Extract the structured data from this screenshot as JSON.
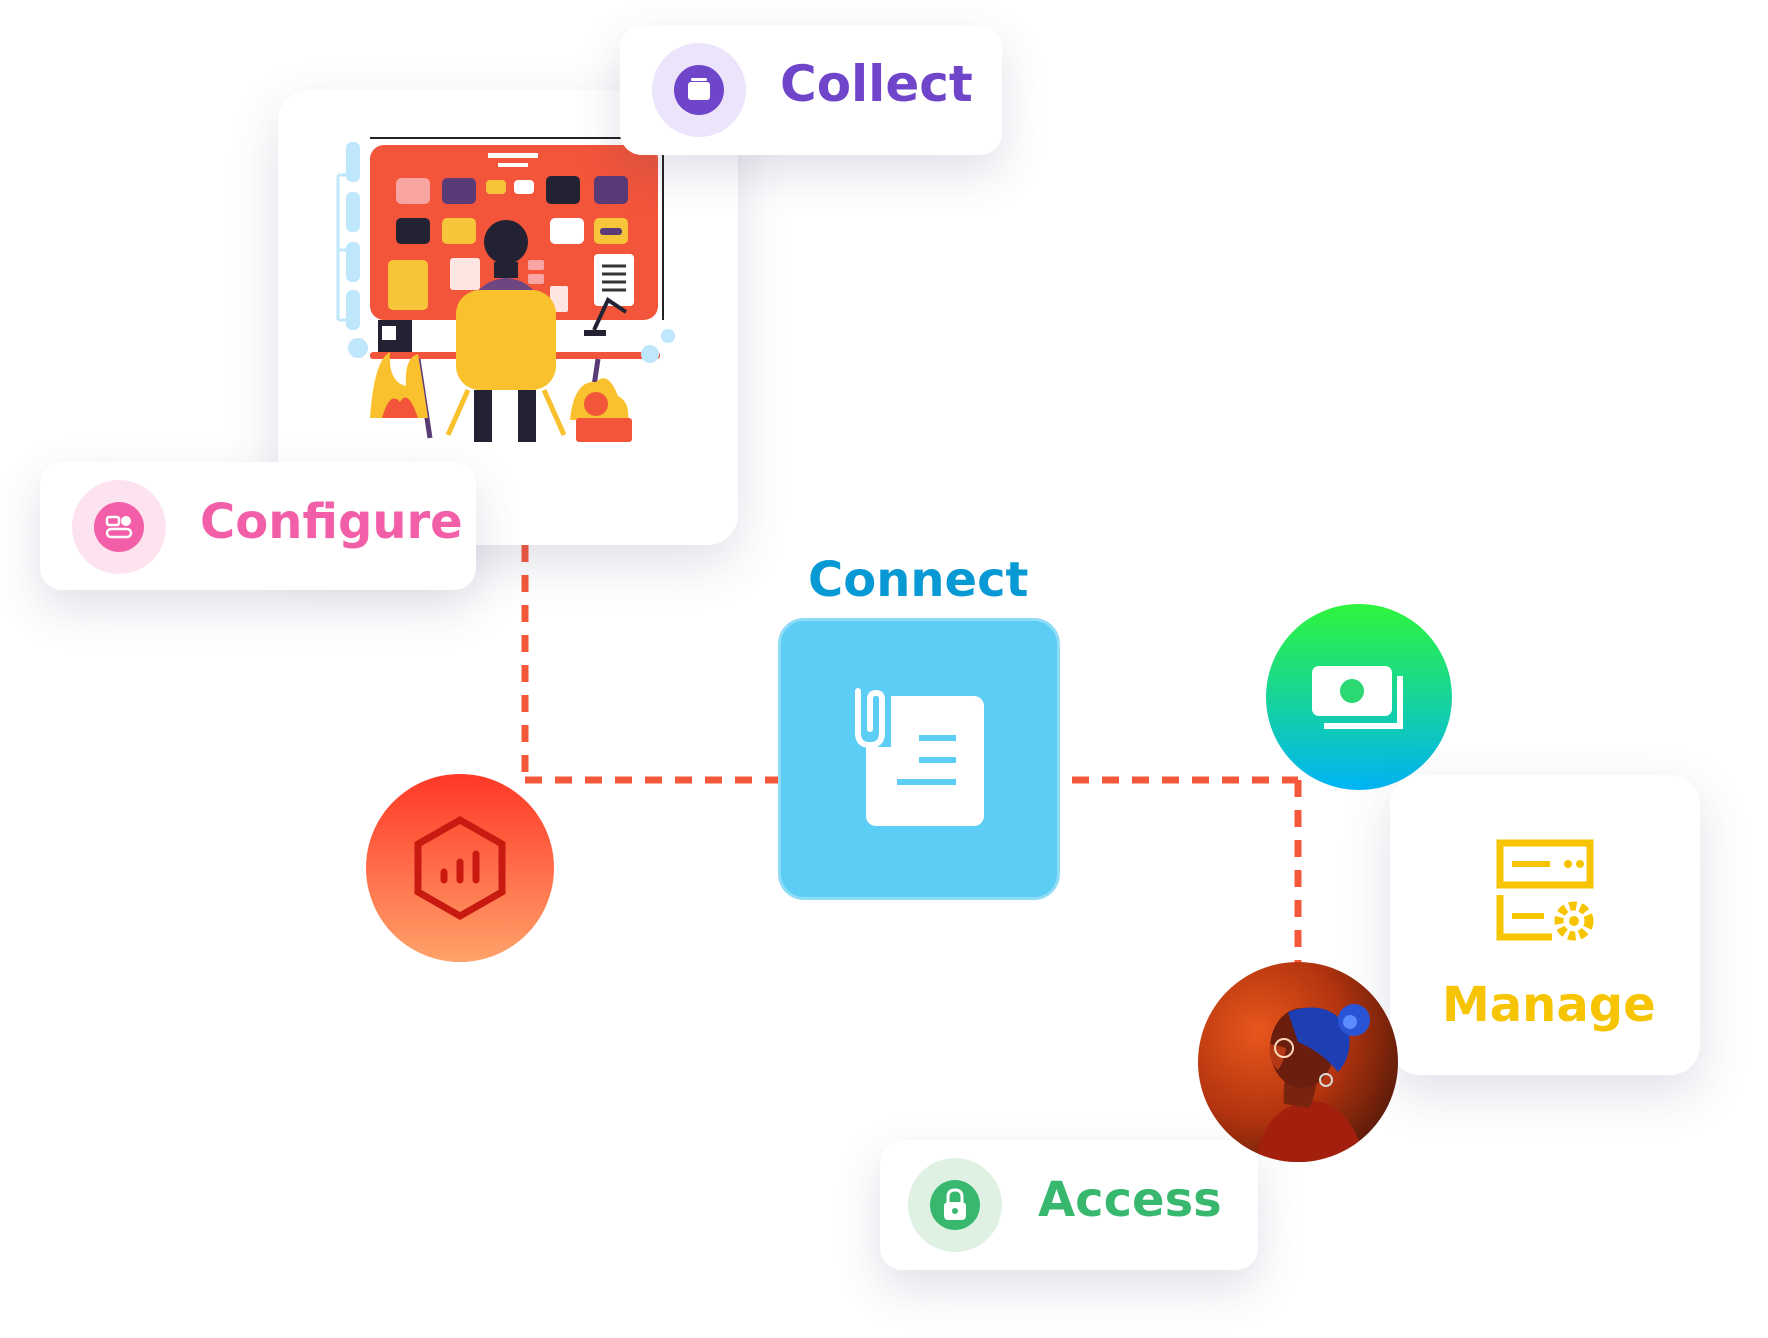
{
  "steps": {
    "collect": {
      "label": "Collect",
      "color": "#6f45c9",
      "icon": "folder-icon"
    },
    "configure": {
      "label": "Configure",
      "color": "#f25fa8",
      "icon": "toggle-settings-icon"
    },
    "connect": {
      "label": "Connect",
      "color": "#0799d3",
      "icon": "attached-document-icon"
    },
    "manage": {
      "label": "Manage",
      "color": "#f6c400",
      "icon": "server-settings-icon"
    },
    "access": {
      "label": "Access",
      "color": "#38b86e",
      "icon": "lock-icon"
    }
  },
  "nodes": {
    "analytics": {
      "icon": "hexagon-chart-icon",
      "colors": [
        "#ff3826",
        "#ffa26a"
      ]
    },
    "payments": {
      "icon": "money-stack-icon",
      "colors": [
        "#2ef53c",
        "#00b4f5"
      ]
    },
    "profile": {
      "icon": "user-avatar"
    }
  },
  "connector_color": "#f4573a"
}
